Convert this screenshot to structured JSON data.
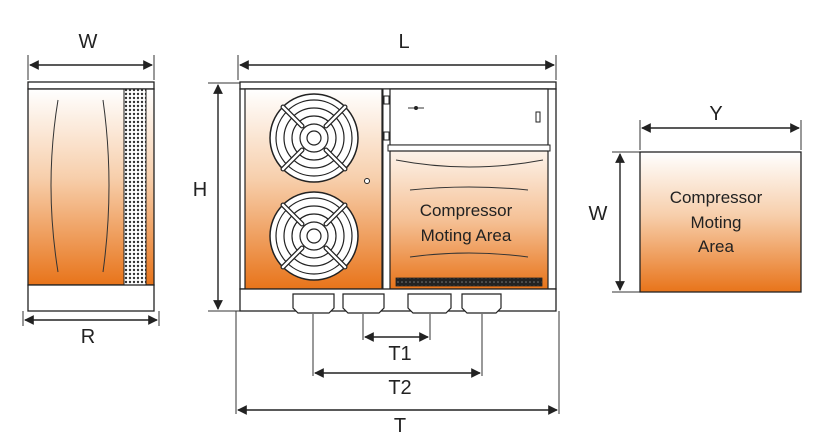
{
  "dimensions": {
    "side_width": "W",
    "side_depth": "R",
    "front_length": "L",
    "front_height": "H",
    "base_t": "T",
    "base_t1": "T1",
    "base_t2": "T2",
    "top_y": "Y",
    "top_w": "W"
  },
  "labels": {
    "front_area_line1": "Compressor",
    "front_area_line2": "Moting Area",
    "top_area_line1": "Compressor",
    "top_area_line2": "Moting",
    "top_area_line3": "Area"
  },
  "colors": {
    "gradient_top": "#ffffff",
    "gradient_mid": "#f6c49a",
    "gradient_bottom": "#e8741a",
    "outline": "#222222"
  },
  "icons": [
    "fan-icon",
    "fan-icon",
    "screw-icon"
  ]
}
